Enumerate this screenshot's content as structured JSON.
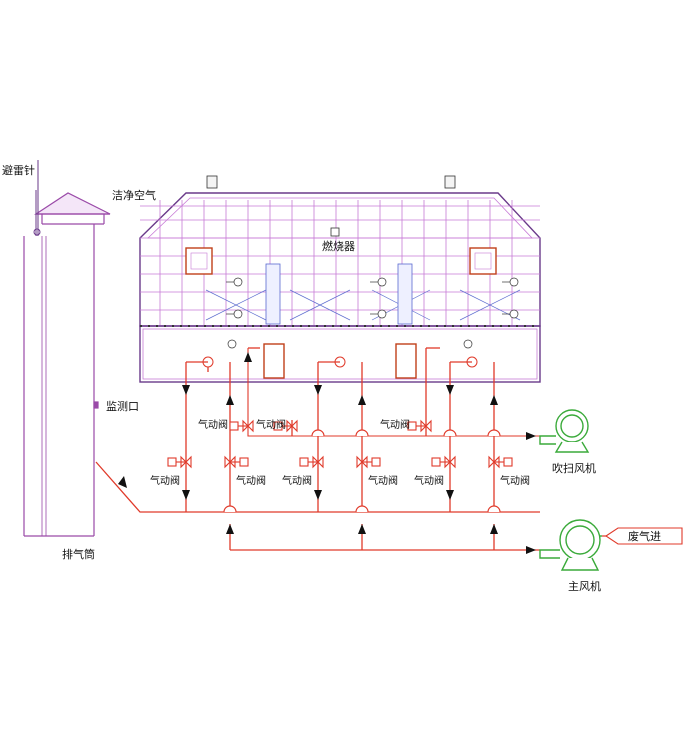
{
  "labels": {
    "lightning_rod": "避雷针",
    "clean_air": "洁净空气",
    "burner": "燃烧器",
    "monitor_port": "监测口",
    "exhaust_stack": "排气筒",
    "purge_fan": "吹扫风机",
    "main_fan": "主风机",
    "waste_gas_in": "废气进",
    "pneumatic_valve": "气动阀"
  },
  "colors": {
    "grid": "#c77ad6",
    "frame": "#6a3a8a",
    "pipe": "#e03a2a",
    "diagonal": "#6070d0",
    "fan": "#3aaa3a",
    "text": "#111111"
  }
}
